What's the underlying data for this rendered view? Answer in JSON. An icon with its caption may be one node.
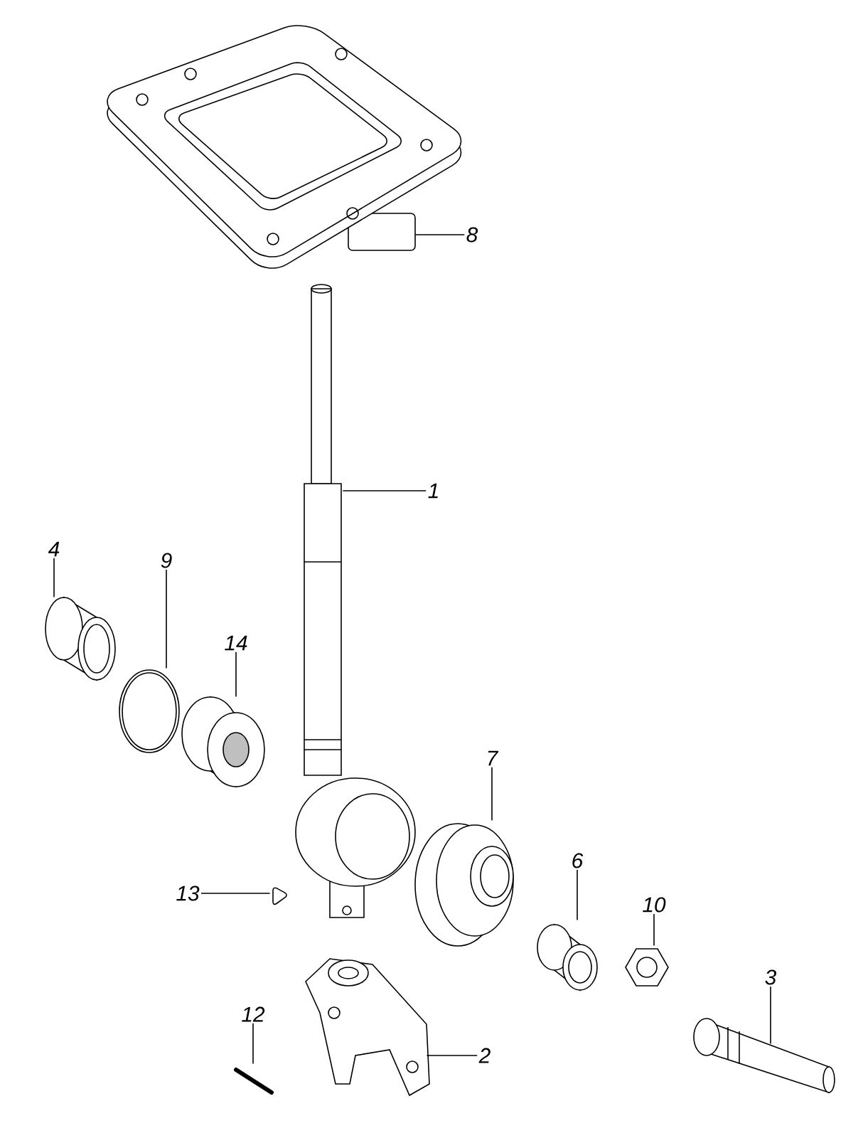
{
  "diagram": {
    "nodes": [
      {
        "text": [
          "8"
        ]
      },
      {
        "text": [],
        "shape": "picture"
      },
      {
        "text": [
          "1"
        ]
      },
      {
        "text": [],
        "shape": "picture"
      },
      {
        "text": [
          "4"
        ]
      },
      {
        "text": [],
        "shape": "picture"
      },
      {
        "text": [
          "9"
        ]
      },
      {
        "text": [],
        "shape": "picture"
      },
      {
        "text": [
          "14"
        ]
      },
      {
        "text": [],
        "shape": "picture"
      },
      {
        "text": [
          "7"
        ]
      },
      {
        "text": [],
        "shape": "picture"
      },
      {
        "text": [
          "13"
        ]
      },
      {
        "text": [],
        "shape": "picture"
      },
      {
        "text": [
          "6"
        ]
      },
      {
        "text": [],
        "shape": "picture"
      },
      {
        "text": [
          "10"
        ]
      },
      {
        "text": [],
        "shape": "picture"
      },
      {
        "text": [
          "3"
        ]
      },
      {
        "text": [],
        "shape": "picture"
      },
      {
        "text": [
          "12"
        ]
      },
      {
        "text": [],
        "shape": "picture"
      },
      {
        "text": [
          "2"
        ]
      },
      {
        "text": [],
        "shape": "picture"
      }
    ],
    "edges": [
      {
        "from": 0,
        "to": 1,
        "arrow": "none"
      },
      {
        "from": 2,
        "to": 3,
        "arrow": "none"
      },
      {
        "from": 4,
        "to": 5,
        "arrow": "none"
      },
      {
        "from": 6,
        "to": 7,
        "arrow": "none"
      },
      {
        "from": 8,
        "to": 9,
        "arrow": "none"
      },
      {
        "from": 10,
        "to": 11,
        "arrow": "none"
      },
      {
        "from": 12,
        "to": 13,
        "arrow": "none"
      },
      {
        "from": 14,
        "to": 15,
        "arrow": "none"
      },
      {
        "from": 16,
        "to": 17,
        "arrow": "none"
      },
      {
        "from": 18,
        "to": 19,
        "arrow": "none"
      },
      {
        "from": 20,
        "to": 21,
        "arrow": "none"
      },
      {
        "from": 22,
        "to": 23,
        "arrow": "none"
      }
    ]
  }
}
